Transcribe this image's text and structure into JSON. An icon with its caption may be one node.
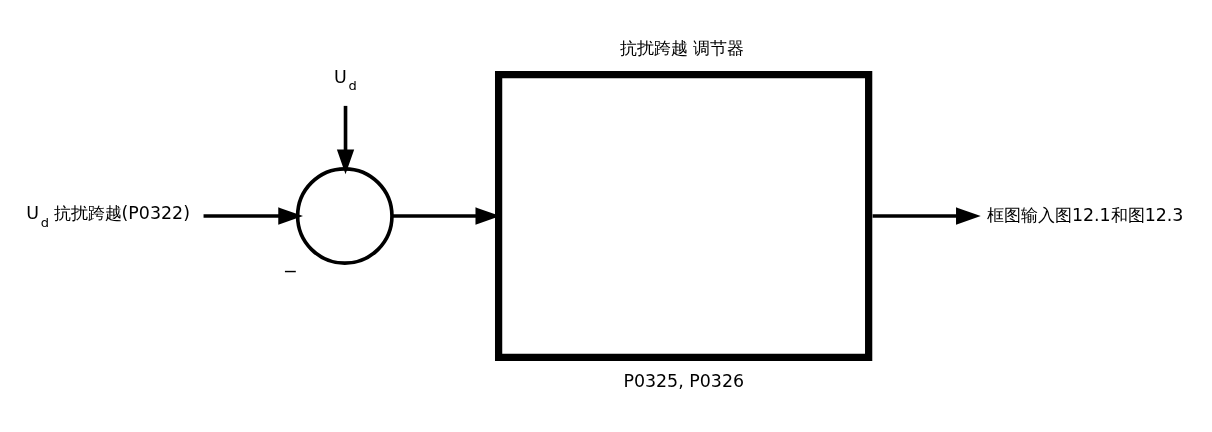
{
  "diagram": {
    "nodes": [
      {
        "text": [
          "U$_{d}$ 抗扰跨越(P0322)"
        ]
      },
      {
        "text": [],
        "shape": "circle",
        "beside": [
          "−"
        ]
      },
      {
        "text": [
          "U$_{d}$"
        ]
      },
      {
        "text": [
          "抗扰跨越 调节器"
        ],
        "beside": [
          "P0325, P0326"
        ]
      },
      {
        "text": [
          "框图输入图12.1和图12.3"
        ]
      }
    ],
    "edges": [
      {
        "from": 0,
        "to": 1,
        "arrow": "to"
      },
      {
        "from": 2,
        "to": 1,
        "arrow": "to"
      },
      {
        "from": 1,
        "to": 3,
        "arrow": "to"
      },
      {
        "from": 3,
        "to": 4,
        "arrow": "to"
      }
    ]
  }
}
